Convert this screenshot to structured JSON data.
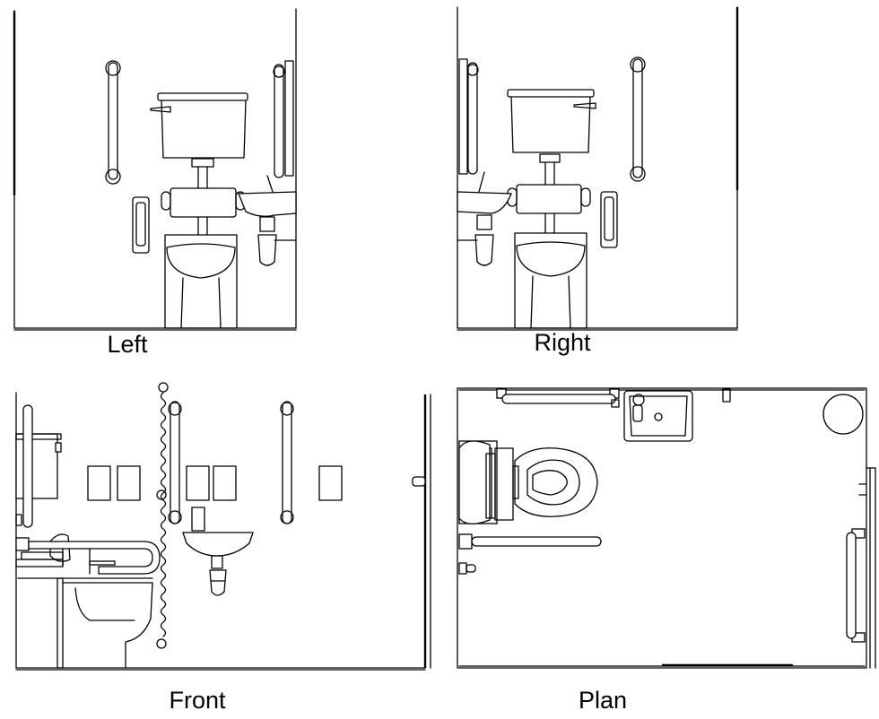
{
  "views": [
    {
      "id": "left",
      "label": "Left"
    },
    {
      "id": "right",
      "label": "Right"
    },
    {
      "id": "front",
      "label": "Front"
    },
    {
      "id": "plan",
      "label": "Plan"
    }
  ],
  "colors": {
    "line": "#000000",
    "background": "#ffffff"
  }
}
